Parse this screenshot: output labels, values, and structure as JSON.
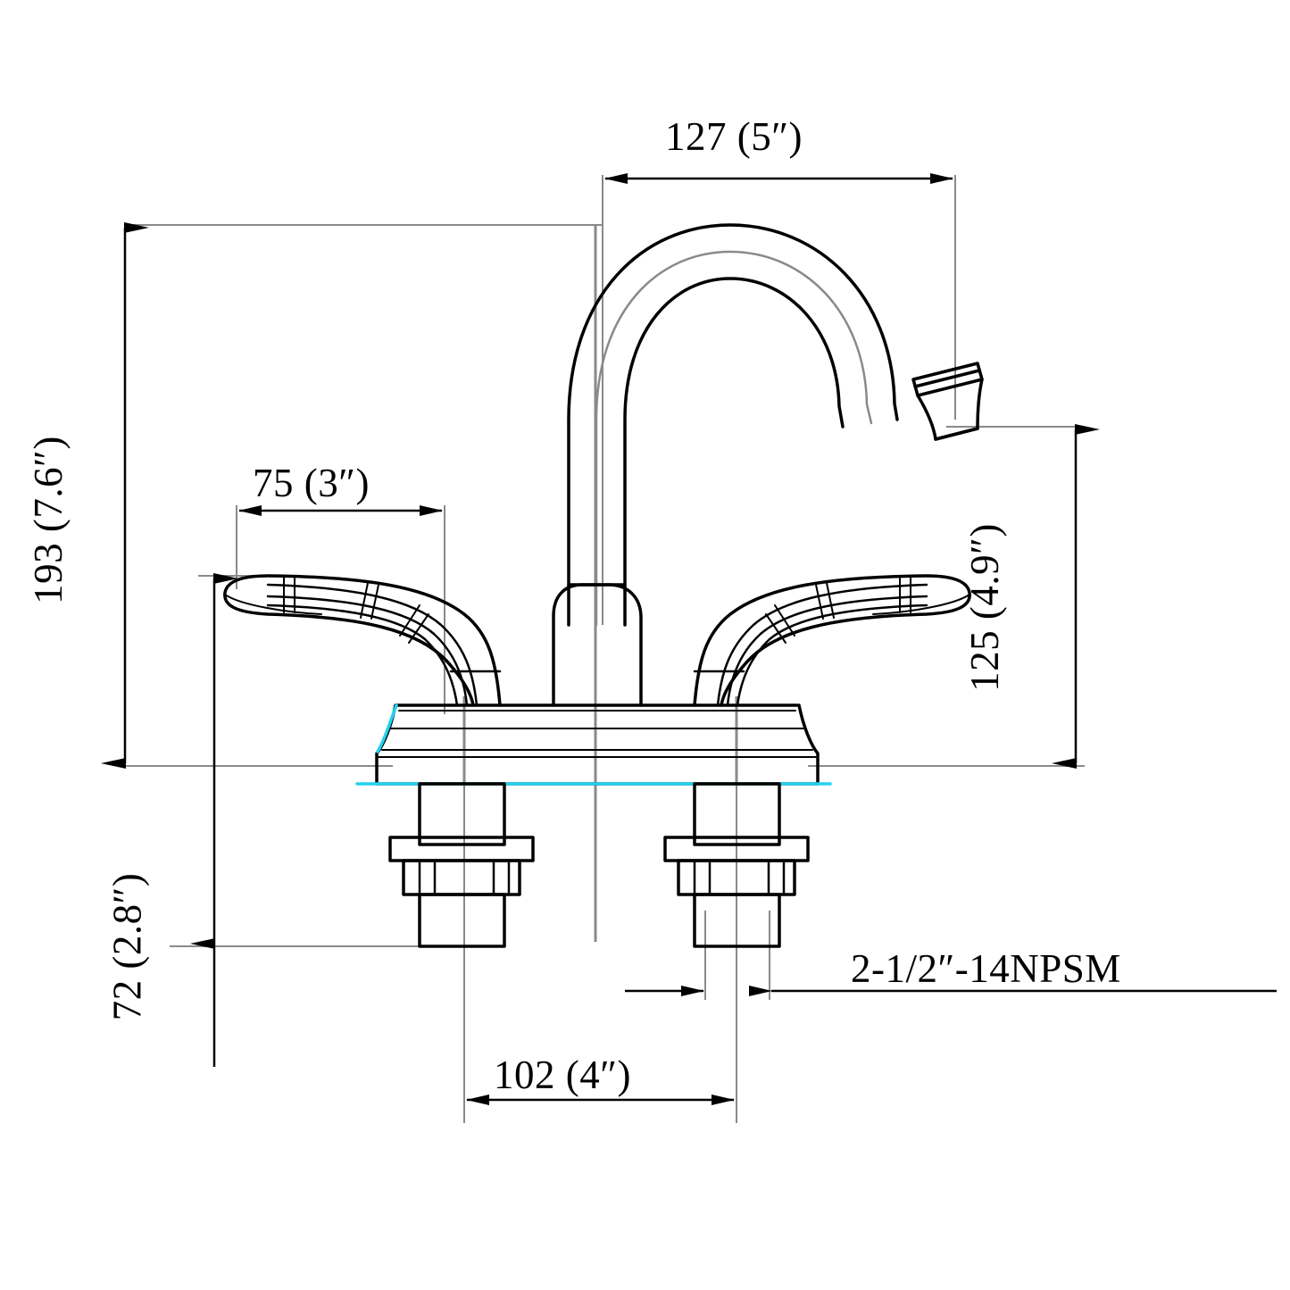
{
  "drawing": {
    "type": "engineering-dimension-drawing",
    "subject": "centerset-bathroom-faucet",
    "background_color": "#ffffff",
    "line_color": "#000000",
    "construction_line_color": "#808080",
    "accent_color": "#22d3ee",
    "dimensions": {
      "spout_reach": {
        "label": "127 (5″)",
        "orientation": "horizontal",
        "position": "top"
      },
      "overall_height": {
        "label": "193 (7.6″)",
        "orientation": "vertical",
        "position": "left"
      },
      "spout_height": {
        "label": "125 (4.9″)",
        "orientation": "vertical",
        "position": "right"
      },
      "handle_offset": {
        "label": "75 (3″)",
        "orientation": "horizontal",
        "position": "upper-left"
      },
      "shank_length": {
        "label": "72 (2.8″)",
        "orientation": "vertical",
        "position": "lower-left"
      },
      "center_spacing": {
        "label": "102 (4″)",
        "orientation": "horizontal",
        "position": "bottom"
      },
      "thread_spec": {
        "label": "2-1/2″-14NPSM",
        "orientation": "horizontal",
        "position": "lower-right",
        "has_leader_underline": true
      }
    }
  }
}
